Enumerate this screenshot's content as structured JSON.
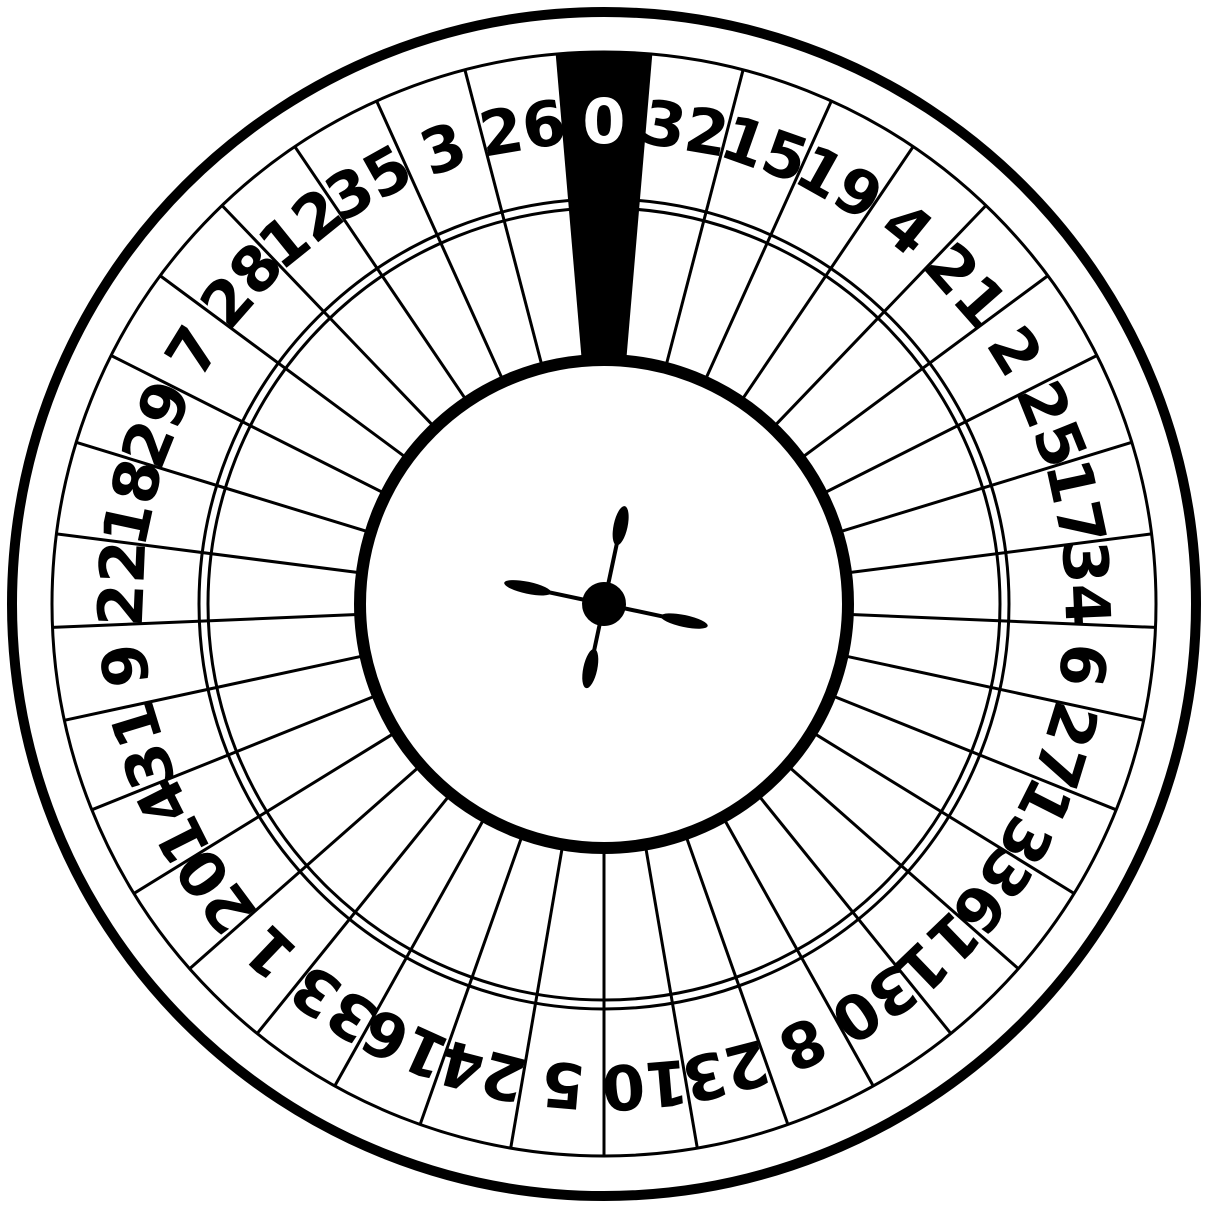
{
  "wheel": {
    "pockets": [
      "0",
      "32",
      "15",
      "19",
      "4",
      "21",
      "2",
      "25",
      "17",
      "34",
      "6",
      "27",
      "13",
      "36",
      "11",
      "30",
      "8",
      "23",
      "10",
      "5",
      "24",
      "16",
      "33",
      "1",
      "20",
      "14",
      "31",
      "9",
      "22",
      "18",
      "29",
      "7",
      "28",
      "12",
      "35",
      "3",
      "26"
    ],
    "highlight_pocket": "0",
    "colors": {
      "line": "#000000",
      "background": "#ffffff",
      "highlight_fill": "#000000",
      "highlight_text": "#ffffff"
    },
    "center_icon": "turret-spinner-icon"
  }
}
